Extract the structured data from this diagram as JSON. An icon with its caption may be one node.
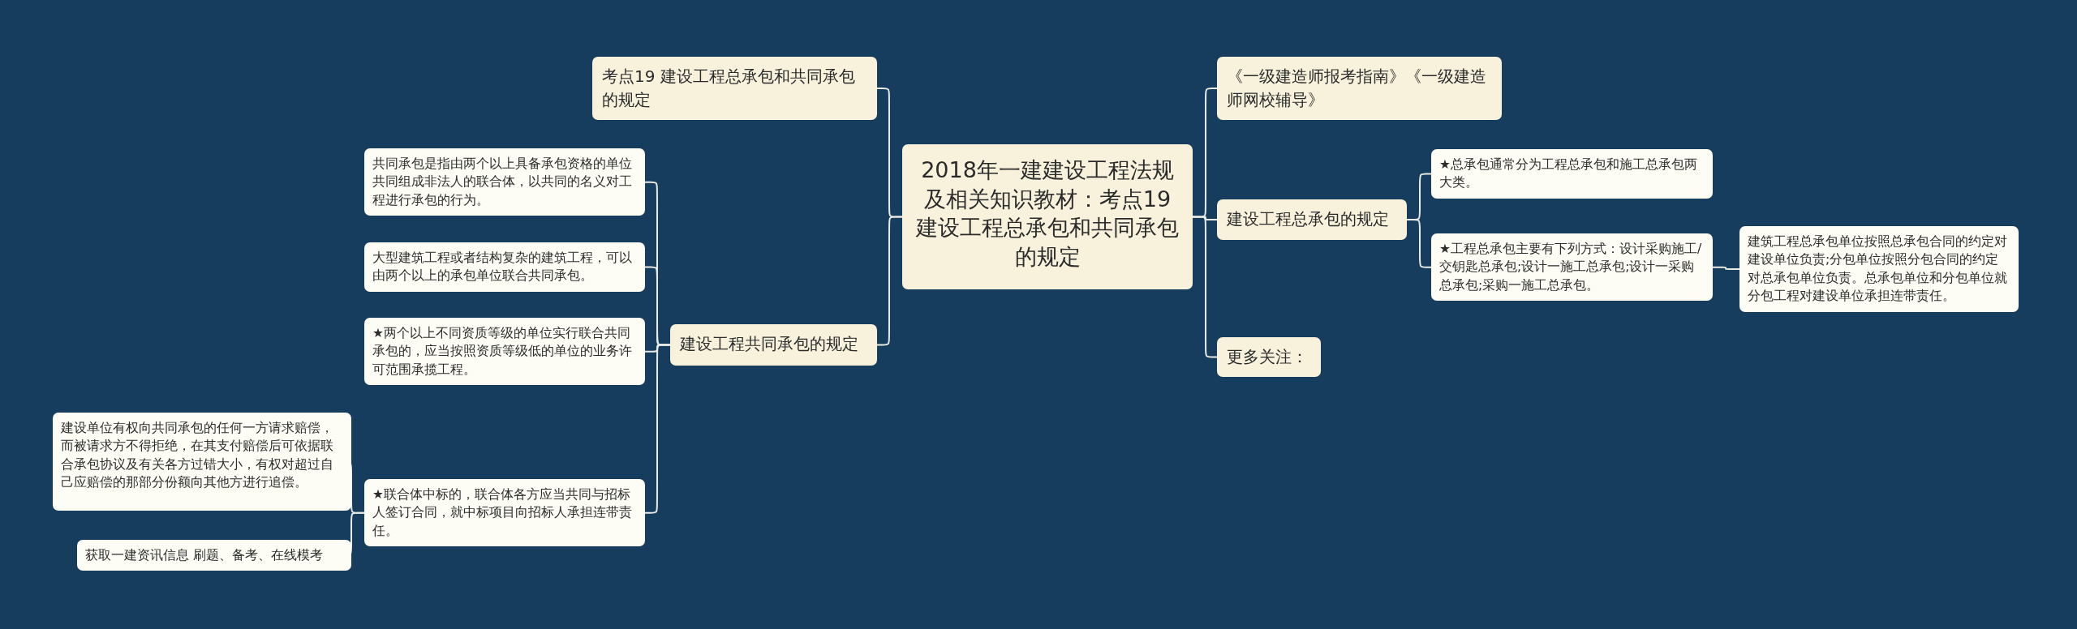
{
  "diagram": {
    "nodes": [
      {
        "text": [
          "2018年一建建设工程法规及相关知识教材：考点19 建设工程总承包和共同承包的规定"
        ]
      },
      {
        "text": [
          "考点19 建设工程总承包和共同承包的规定"
        ]
      },
      {
        "text": [
          "建设工程共同承包的规定"
        ]
      },
      {
        "text": [
          "共同承包是指由两个以上具备承包资格的单位共同组成非法人的联合体，以共同的名义对工程进行承包的行为。"
        ]
      },
      {
        "text": [
          "大型建筑工程或者结构复杂的建筑工程，可以由两个以上的承包单位联合共同承包。"
        ]
      },
      {
        "text": [
          "★两个以上不同资质等级的单位实行联合共同承包的，应当按照资质等级低的单位的业务许可范围承揽工程。"
        ]
      },
      {
        "text": [
          "★联合体中标的，联合体各方应当共同与招标人签订合同，就中标项目向招标人承担连带责任。"
        ]
      },
      {
        "text": [
          "建设单位有权向共同承包的任何一方请求赔偿，而被请求方不得拒绝，在其支付赔偿后可依据联合承包协议及有关各方过错大小，有权对超过自己应赔偿的那部分份额向其他方进行追偿。"
        ]
      },
      {
        "text": [
          "获取一建资讯信息 刷题、备考、在线模考"
        ]
      },
      {
        "text": [
          "《一级建造师报考指南》《一级建造师网校辅导》"
        ]
      },
      {
        "text": [
          "建设工程总承包的规定"
        ]
      },
      {
        "text": [
          "★总承包通常分为工程总承包和施工总承包两大类。"
        ]
      },
      {
        "text": [
          "★工程总承包主要有下列方式：设计采购施工/交钥匙总承包;设计一施工总承包;设计一采购总承包;采购一施工总承包。"
        ]
      },
      {
        "text": [
          "建筑工程总承包单位按照总承包合同的约定对建设单位负责;分包单位按照分包合同的约定对总承包单位负责。总承包单位和分包单位就分包工程对建设单位承担连带责任。"
        ]
      },
      {
        "text": [
          "更多关注："
        ]
      }
    ],
    "edges": [
      {
        "from": 0,
        "to": 1,
        "arrow": "none"
      },
      {
        "from": 0,
        "to": 2,
        "arrow": "none"
      },
      {
        "from": 2,
        "to": 3,
        "arrow": "none"
      },
      {
        "from": 2,
        "to": 4,
        "arrow": "none"
      },
      {
        "from": 2,
        "to": 5,
        "arrow": "none"
      },
      {
        "from": 2,
        "to": 6,
        "arrow": "none"
      },
      {
        "from": 6,
        "to": 7,
        "arrow": "none"
      },
      {
        "from": 6,
        "to": 8,
        "arrow": "none"
      },
      {
        "from": 0,
        "to": 9,
        "arrow": "none"
      },
      {
        "from": 0,
        "to": 10,
        "arrow": "none"
      },
      {
        "from": 10,
        "to": 11,
        "arrow": "none"
      },
      {
        "from": 10,
        "to": 12,
        "arrow": "none"
      },
      {
        "from": 12,
        "to": 13,
        "arrow": "none"
      },
      {
        "from": 0,
        "to": 14,
        "arrow": "none"
      }
    ]
  }
}
